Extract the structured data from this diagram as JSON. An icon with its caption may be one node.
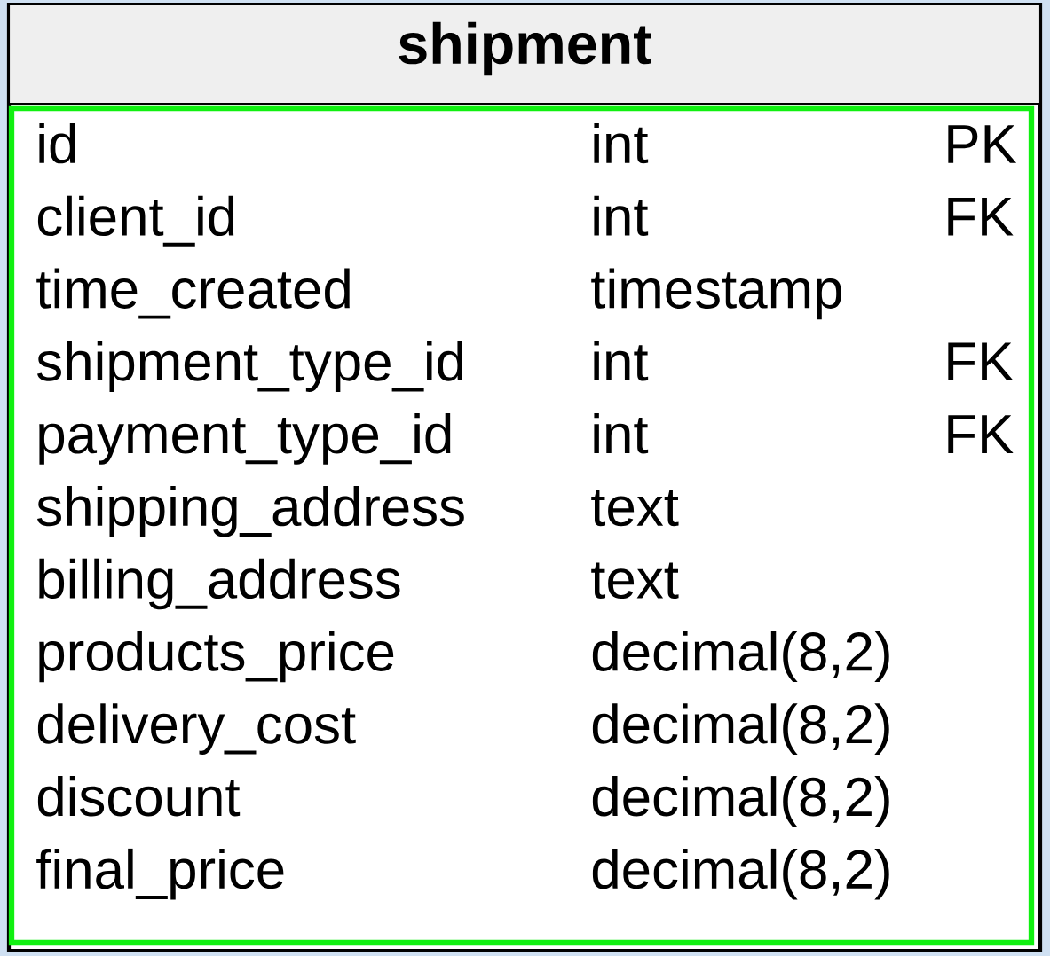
{
  "diagram": {
    "nodes": [
      {
        "text": [
          "shipment"
        ]
      }
    ],
    "labels": [
      "id",
      "int",
      "PK",
      "client_id",
      "int",
      "FK",
      "time_created",
      "timestamp",
      "shipment_type_id",
      "int",
      "FK",
      "payment_type_id",
      "int",
      "FK",
      "shipping_address",
      "text",
      "billing_address",
      "text",
      "products_price",
      "decimal(8,2)",
      "delivery_cost",
      "decimal(8,2)",
      "discount",
      "decimal(8,2)",
      "final_price",
      "decimal(8,2)"
    ]
  }
}
